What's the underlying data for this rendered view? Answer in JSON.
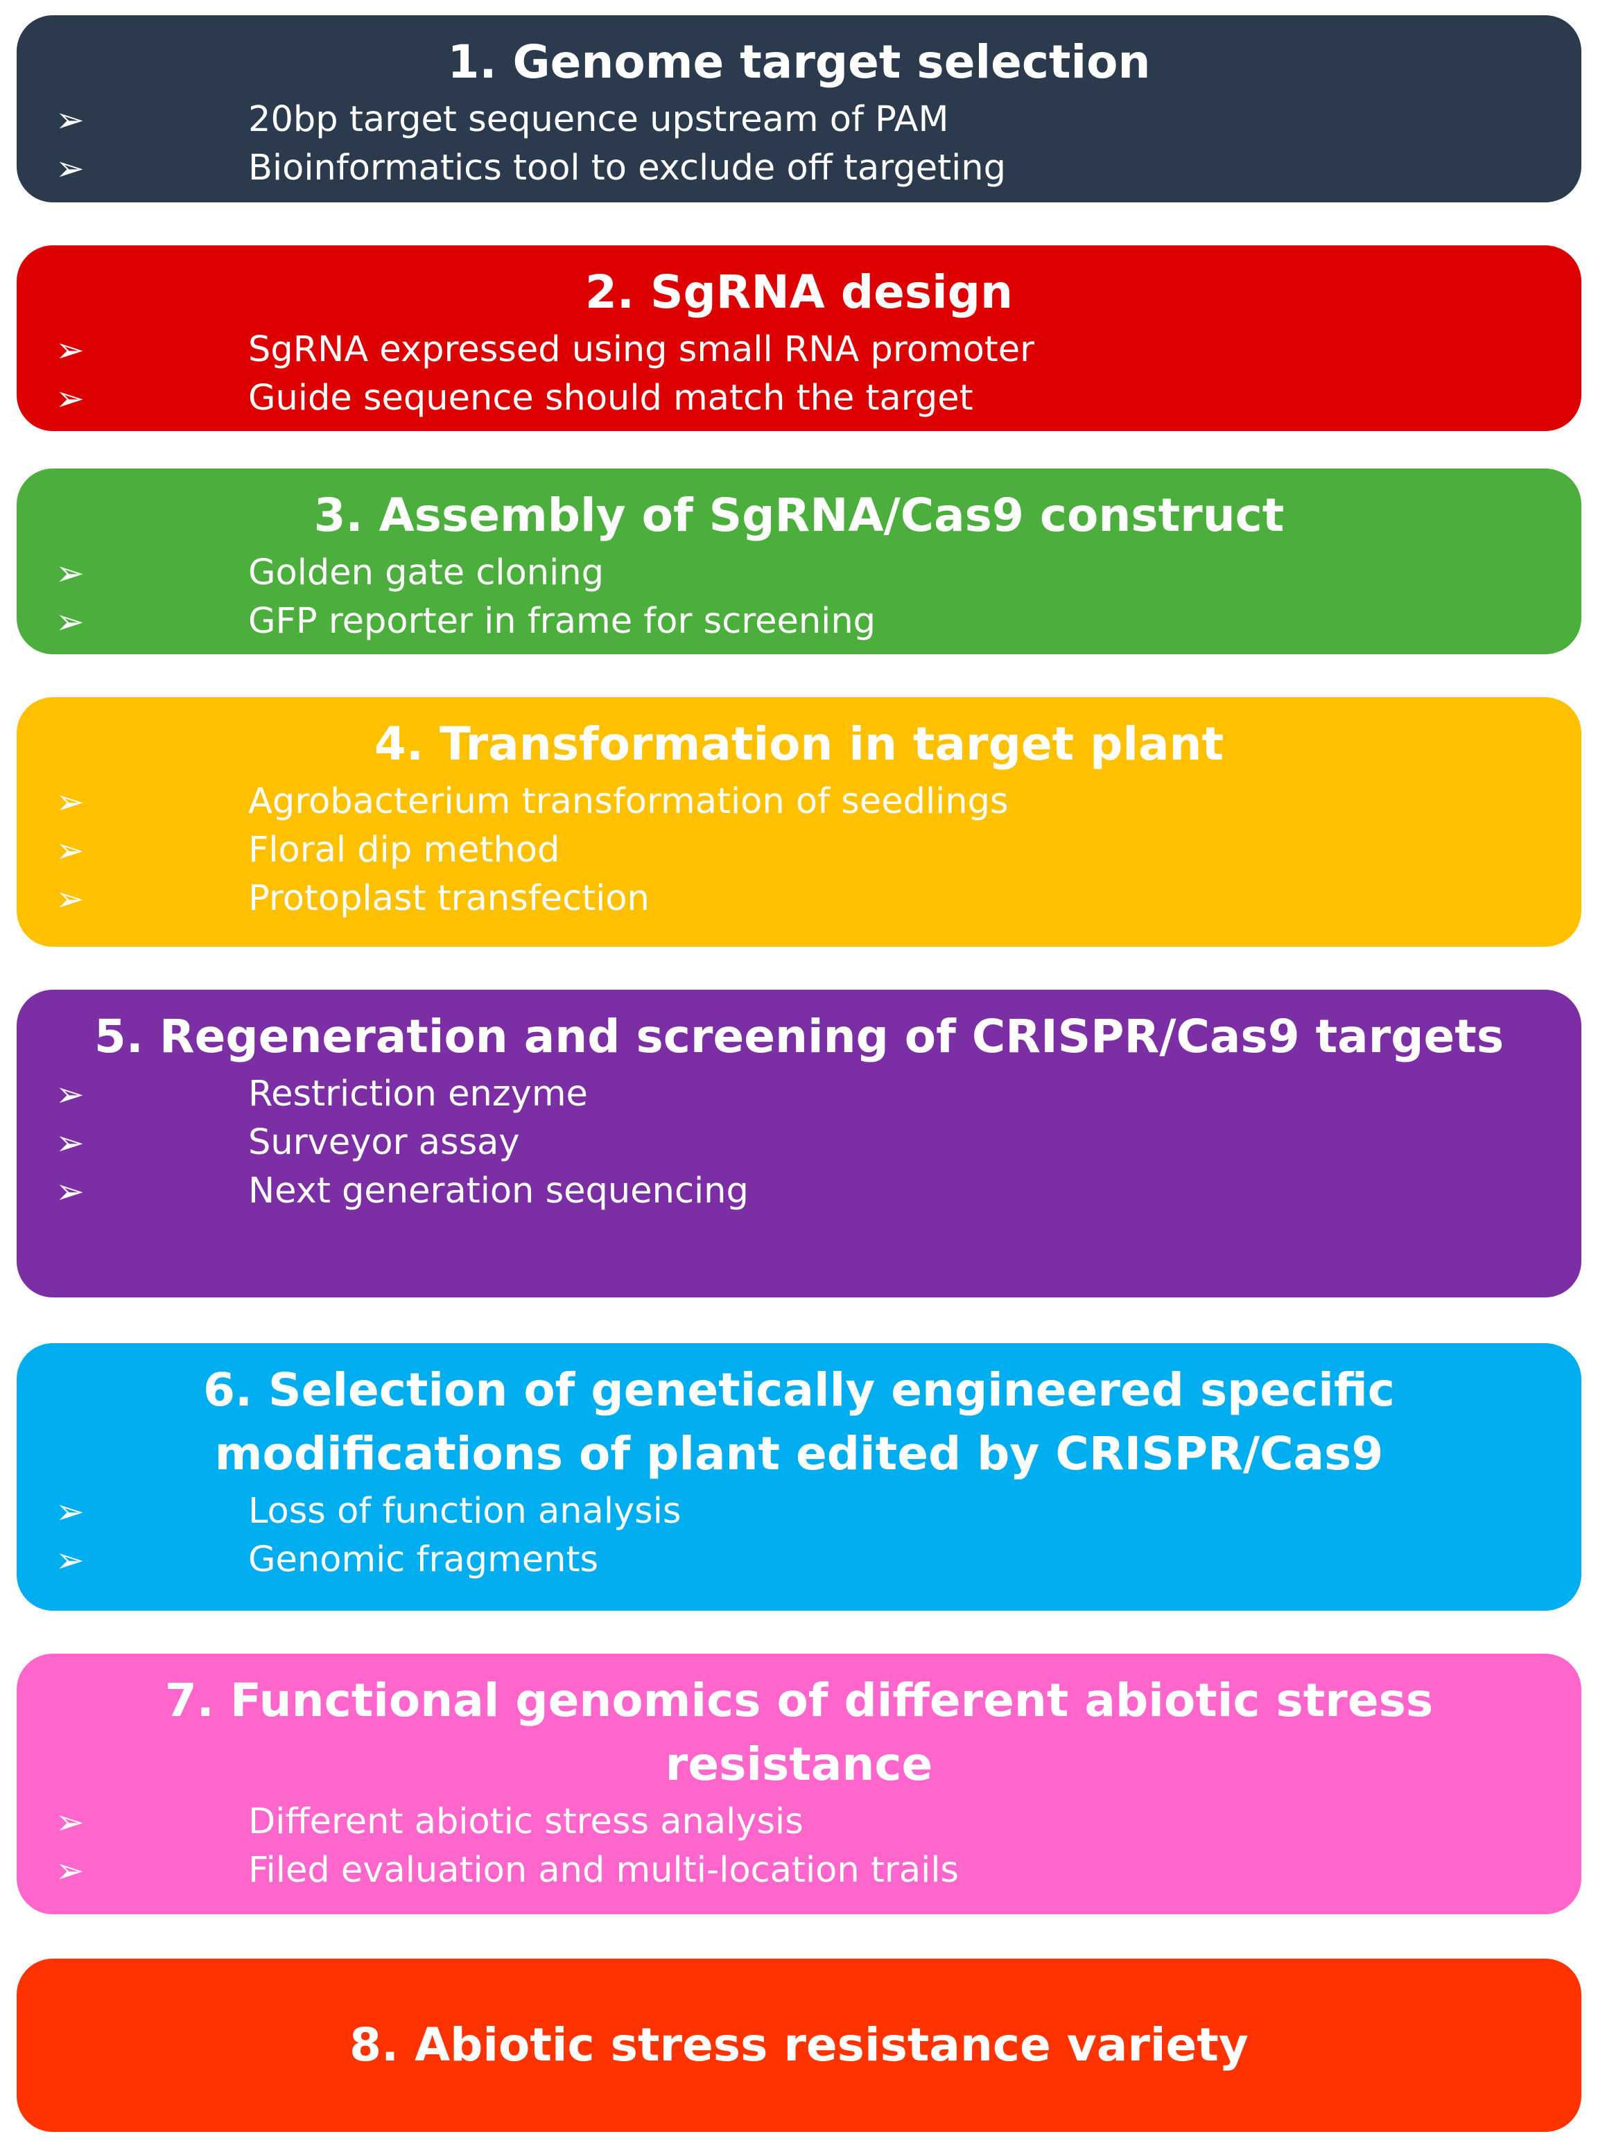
{
  "colors": {
    "step1": "#2b3a4d",
    "step2": "#dd0000",
    "step3": "#4caf3d",
    "step4": "#ffc000",
    "step5": "#7c2ea4",
    "step6": "#00adef",
    "step7": "#ff66cc",
    "step8": "#ff3300",
    "text": "#ffffff"
  },
  "bullet_icon": "arrowhead-icon",
  "bullet_glyph": "➢",
  "steps": [
    {
      "title": "1. Genome target selection",
      "bullets": [
        "20bp target sequence upstream of PAM",
        "Bioinformatics tool to exclude off targeting"
      ]
    },
    {
      "title": "2. SgRNA design",
      "bullets": [
        "SgRNA expressed using small RNA promoter",
        "Guide sequence should match the target"
      ]
    },
    {
      "title": "3. Assembly of SgRNA/Cas9 construct",
      "bullets": [
        "Golden gate cloning",
        "GFP reporter in frame for screening"
      ]
    },
    {
      "title": "4. Transformation in target plant",
      "bullets": [
        "Agrobacterium transformation of seedlings",
        "Floral dip method",
        "Protoplast transfection"
      ]
    },
    {
      "title": "5. Regeneration and screening of CRISPR/Cas9 targets",
      "bullets": [
        "Restriction enzyme",
        "Surveyor assay",
        "Next generation sequencing"
      ]
    },
    {
      "title": "6. Selection of genetically engineered specific modifications of plant edited by CRISPR/Cas9",
      "bullets": [
        "Loss of function analysis",
        "Genomic fragments"
      ]
    },
    {
      "title": "7. Functional genomics of different abiotic stress resistance",
      "bullets": [
        "Different abiotic stress analysis",
        "Filed evaluation and multi-location trails"
      ]
    },
    {
      "title": "8. Abiotic stress resistance variety",
      "bullets": []
    }
  ]
}
